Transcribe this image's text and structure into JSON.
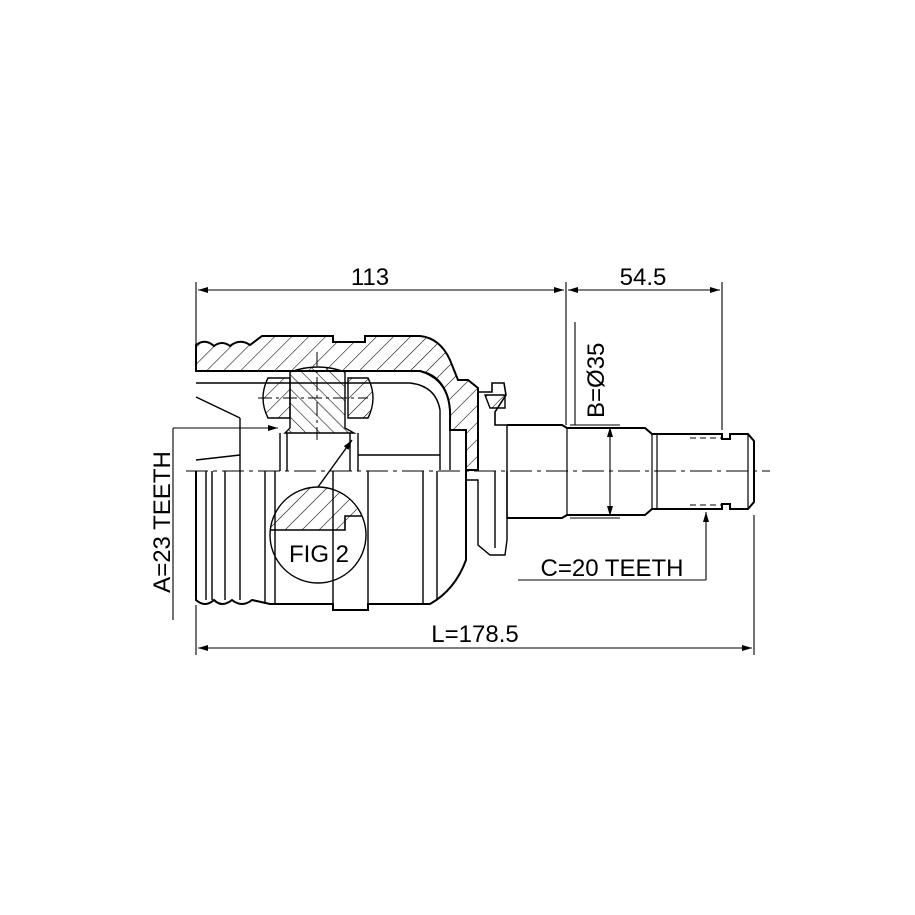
{
  "dimensions": {
    "housing_length": "113",
    "shaft_length": "54.5",
    "total_length": "L=178.5",
    "seal_diameter": "B=Ø35",
    "inner_teeth": "A=23 TEETH",
    "outer_teeth": "C=20 TEETH"
  },
  "detail_label": "FIG 2",
  "colors": {
    "line": "#000000",
    "background": "#ffffff"
  }
}
